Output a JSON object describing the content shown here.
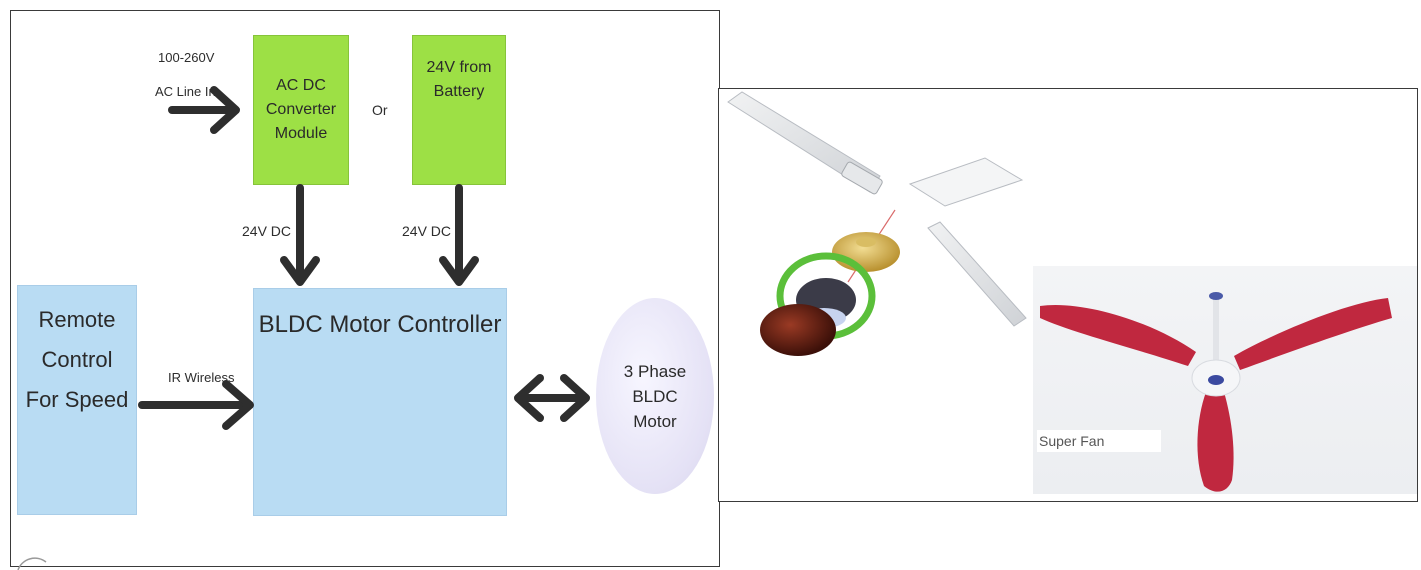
{
  "diagram": {
    "input_label_line1": "100-260V",
    "input_label_line2": "AC Line In",
    "converter_block": "AC DC\nConverter\nModule",
    "or_label": "Or",
    "battery_block": "24V from\nBattery",
    "dc_label_left": "24V DC",
    "dc_label_right": "24V DC",
    "remote_block": "Remote\nControl\nFor Speed",
    "ir_label": "IR Wireless",
    "controller_block": "BLDC Motor Controller",
    "motor_block": "3 Phase\nBLDC\nMotor"
  },
  "photo": {
    "caption": "Super Fan"
  },
  "colors": {
    "power_block": "#9de045",
    "control_block": "#b9dcf3",
    "arrow": "#2e2e2e",
    "fan_blade": "#c0283f",
    "highlight_ring": "#5bbf3a"
  }
}
